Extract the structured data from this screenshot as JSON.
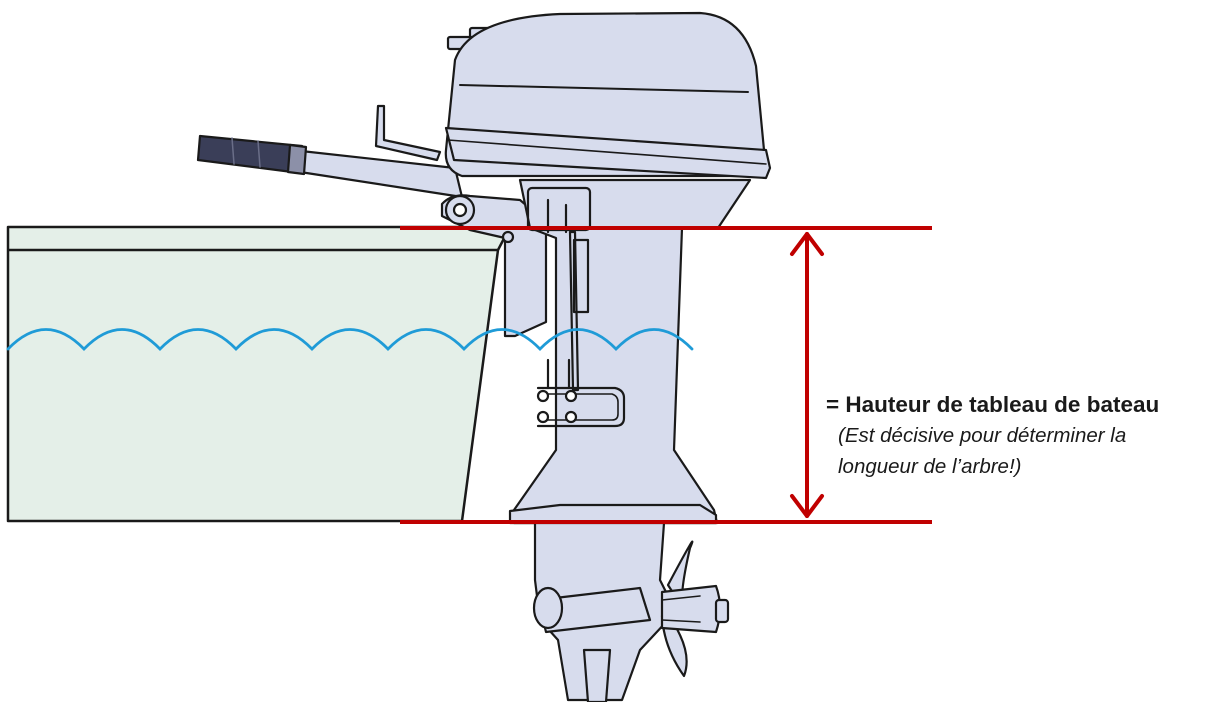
{
  "diagram": {
    "label": "= Hauteur de tableau de bateau",
    "note_line1": "(Est décisive pour déterminer la",
    "note_line2": "longueur de l’arbre!)"
  },
  "colors": {
    "measure_red": "#c00000",
    "water_blue": "#1f9bd7",
    "hull_fill": "#e4efe8",
    "motor_fill": "#d7dced",
    "outline": "#1a1a1a"
  },
  "icons": {
    "outboard_motor": "outboard-motor-icon",
    "boat_hull": "boat-hull-icon"
  }
}
